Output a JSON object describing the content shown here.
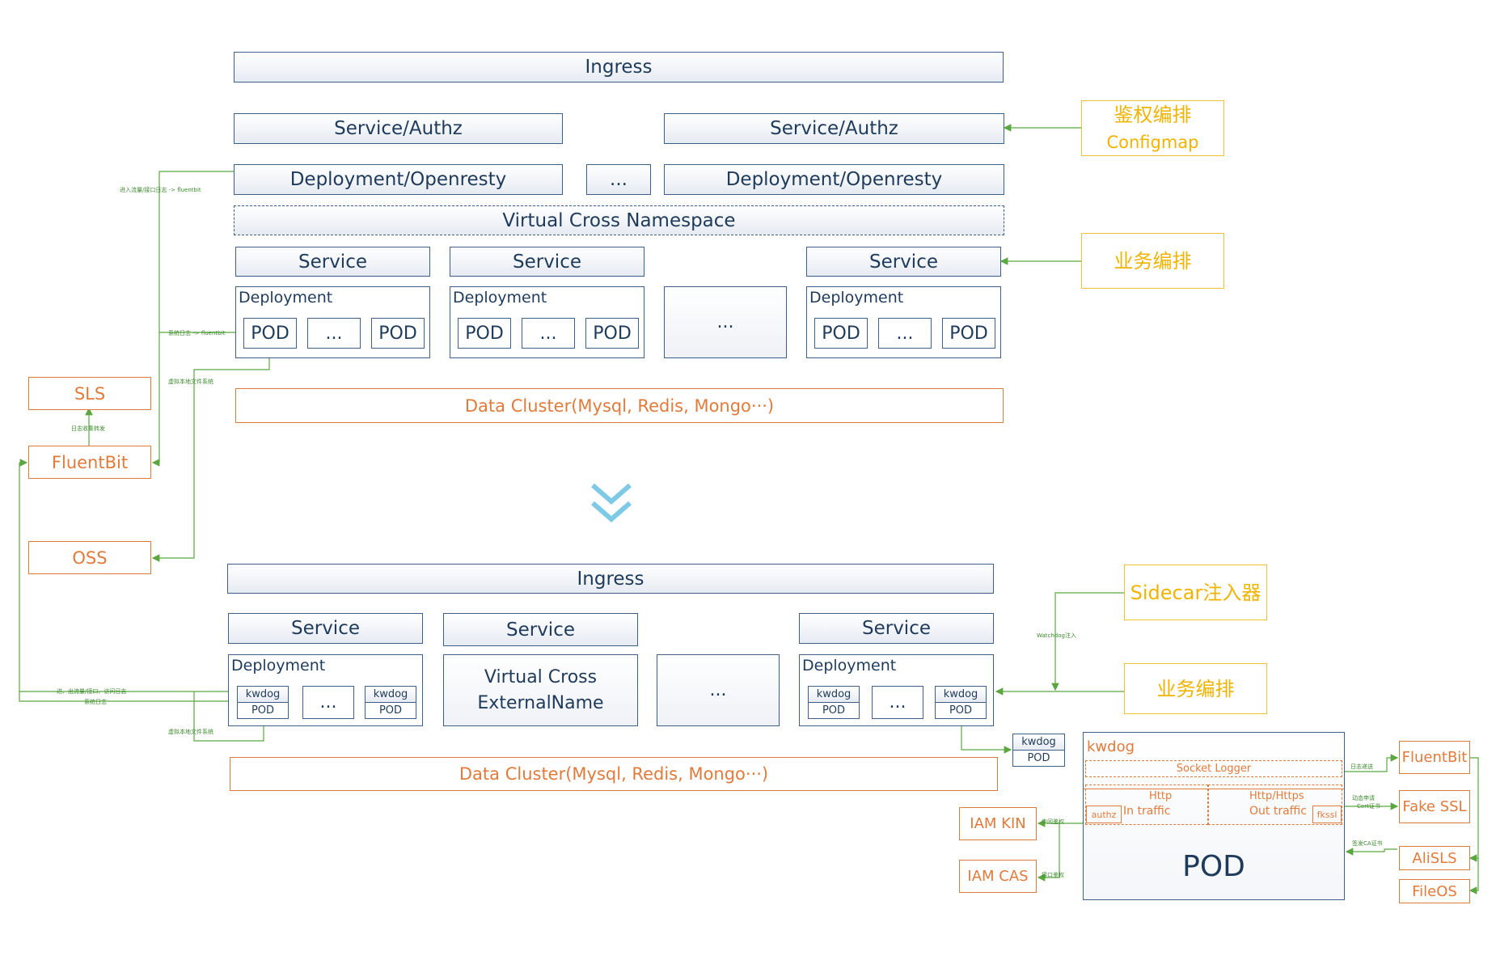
{
  "top": {
    "ingress": "Ingress",
    "service_authz": "Service/Authz",
    "deployment_openresty": "Deployment/Openresty",
    "ellipsis": "...",
    "virtual_cross_namespace": "Virtual Cross Namespace",
    "service": "Service",
    "deployment": "Deployment",
    "pod": "POD",
    "data_cluster": "Data Cluster(Mysql, Redis, Mongo···)"
  },
  "bottom": {
    "ingress": "Ingress",
    "service": "Service",
    "deployment": "Deployment",
    "virtual_cross_externalname": "Virtual Cross ExternalName",
    "kwdog": "kwdog",
    "pod": "POD",
    "ellipsis": "...",
    "data_cluster": "Data Cluster(Mysql, Redis, Mongo···)"
  },
  "external": {
    "sls": "SLS",
    "fluentbit": "FluentBit",
    "oss": "OSS",
    "authz_config_l1": "鉴权编排",
    "authz_config_l2": "Configmap",
    "biz_orchestration": "业务编排",
    "sidecar_injector": "Sidecar注入器",
    "iam_kin": "IAM KIN",
    "iam_cas": "IAM CAS",
    "fake_ssl": "Fake SSL",
    "alisls": "AliSLS",
    "fileos": "FileOS"
  },
  "detail": {
    "kwdog": "kwdog",
    "socket_logger": "Socket Logger",
    "http": "Http",
    "in_traffic": "In traffic",
    "http_https": "Http/Https",
    "out_traffic": "Out traffic",
    "authz": "authz",
    "fkssl": "fkssl",
    "pod": "POD"
  },
  "edge_labels": {
    "in_out_log": "进入流量/接口日志 -> fluentbit",
    "sys_log": "系统日志 -> fluentbit",
    "vfs": "虚拟本地文件系统",
    "collect_forward": "日志收集转发",
    "in_out_call_log": "进、出流量/接口、访问日志",
    "sys_log2": "系统日志",
    "vfs2": "虚拟本地文件系统",
    "watchdog_inject": "Watchdog注入",
    "middle_auth": "中间鉴权",
    "api_auth": "接口鉴权",
    "log_send": "日志递送",
    "dyn_apply": "动态申请",
    "cert": "Cert证书",
    "issue_ca": "签发CA证书"
  },
  "colors": {
    "k8s_border": "#3f5f86",
    "orange": "#e07b3c",
    "yellow": "#f2c037",
    "green_line": "#5aa73f",
    "arrow_cyan": "#7ec9e6"
  }
}
